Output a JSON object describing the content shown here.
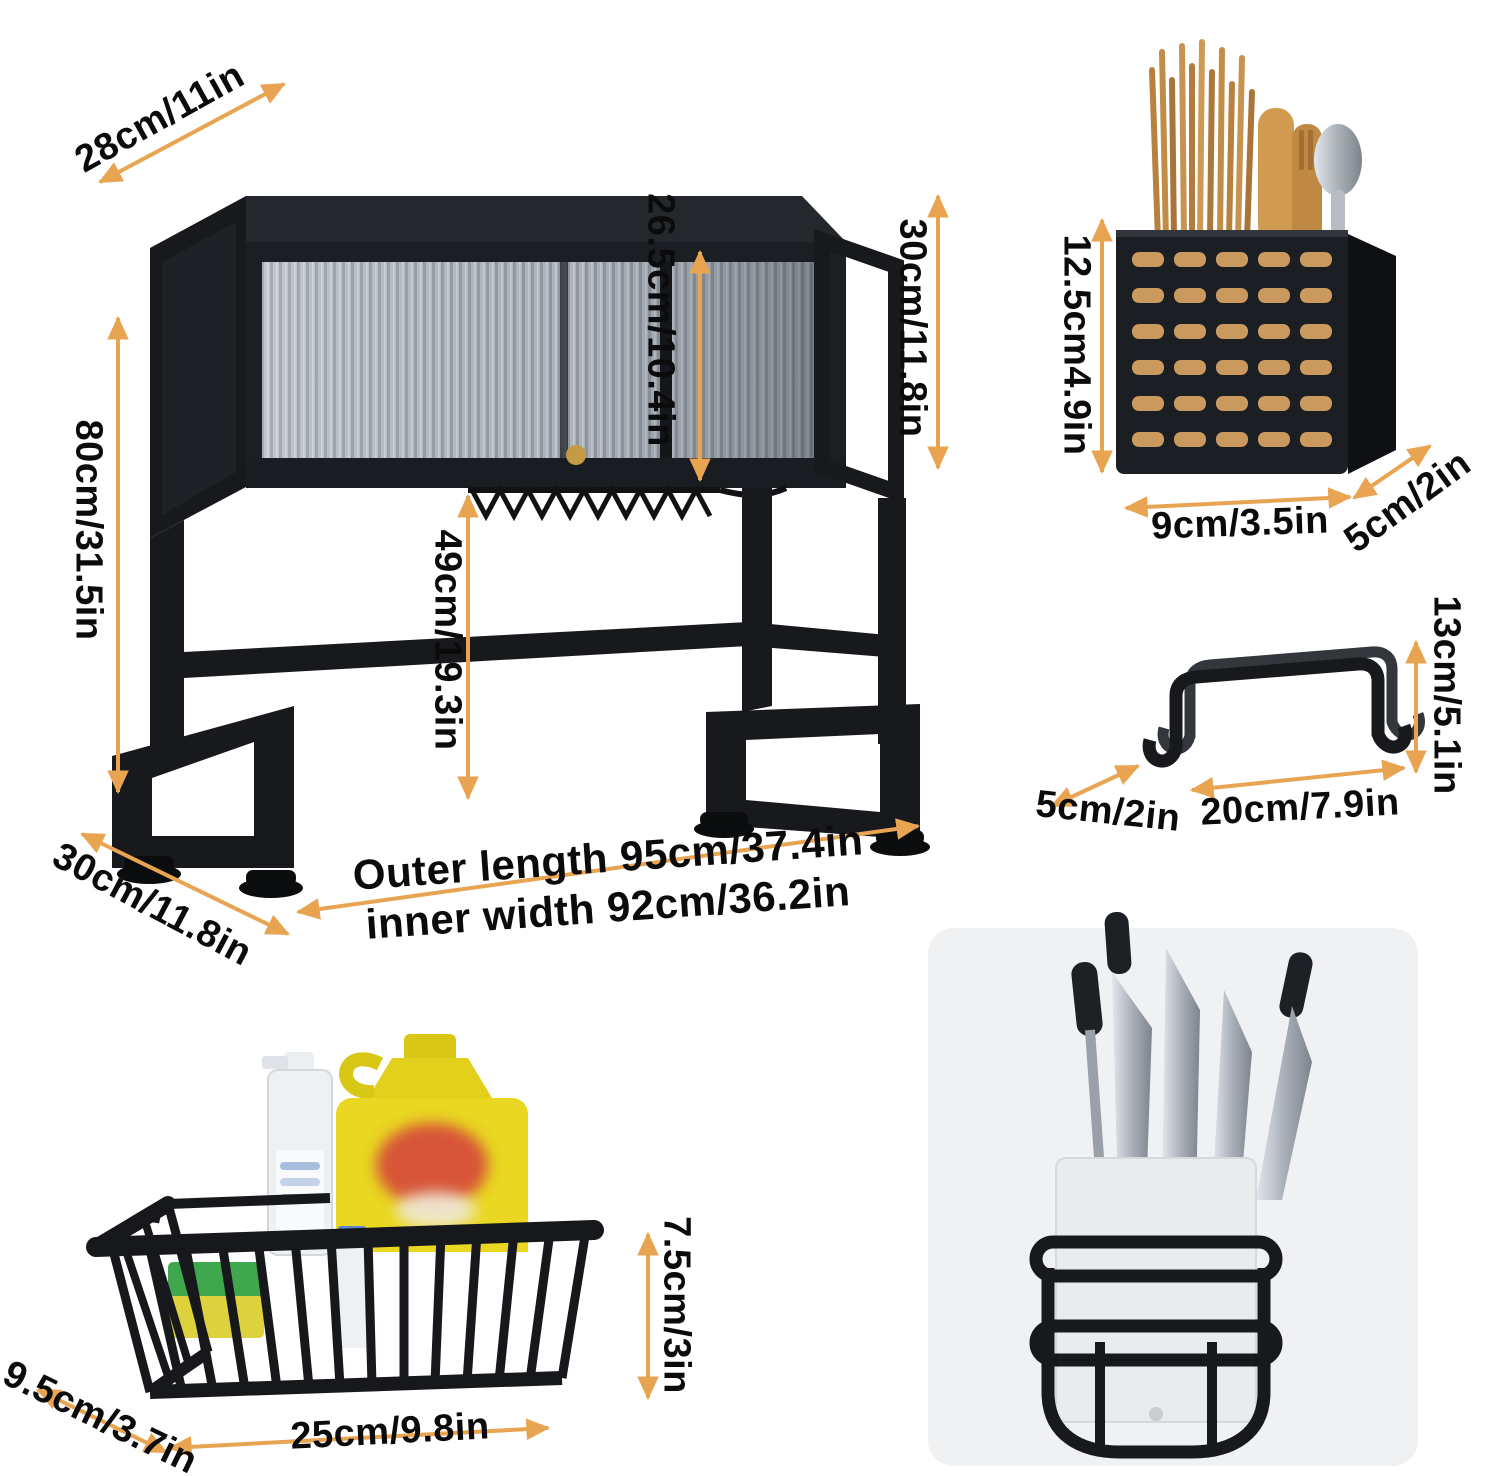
{
  "colors": {
    "arrow_accent": "#E9A452",
    "product_black": "#17191d",
    "flute_gray": "#b4bac1",
    "jug_yellow": "#e9d721",
    "sponge_green": "#3fa84e",
    "sponge_yellow": "#ddd23e"
  },
  "main_rack": {
    "name": "over-sink dish rack with cabinet",
    "dims": {
      "top_depth": "28cm/11in",
      "height": "80cm/31.5in",
      "bottom_depth": "30cm/11.8in",
      "door_inner_height": "26.5cm/10.4in",
      "cabinet_height": "30cm/11.8in",
      "under_clearance": "49cm/19.3in",
      "outer_length": "Outer length 95cm/37.4in",
      "inner_width": "inner width 92cm/36.2in"
    }
  },
  "utensil_holder": {
    "name": "cutlery/chopstick holder",
    "dims": {
      "height": "12.5cm4.9in",
      "width": "9cm/3.5in",
      "depth": "5cm/2in"
    }
  },
  "hook_bracket": {
    "name": "hanging hook bracket",
    "dims": {
      "height": "13cm/5.1in",
      "depth": "5cm/2in",
      "width": "20cm/7.9in"
    }
  },
  "storage_basket": {
    "name": "drain storage basket",
    "dims": {
      "height": "7.5cm/3in",
      "depth": "9.5cm/3.7in",
      "width": "25cm/9.8in"
    }
  },
  "knife_holder": {
    "name": "knife holder"
  }
}
